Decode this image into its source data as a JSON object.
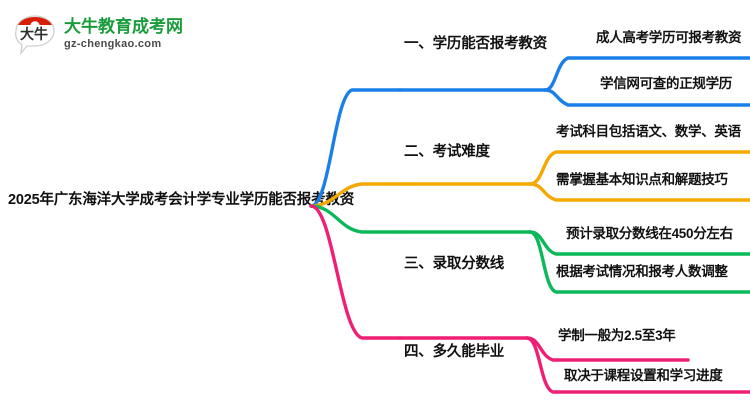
{
  "logo": {
    "mark_text": "大牛",
    "title": "大牛教育成考网",
    "url": "gz-chengkao.com",
    "brand_green": "#1a9c3c",
    "brand_red": "#d81e06"
  },
  "mindmap": {
    "center": "2025年广东海洋大学成考会计学专业学历能否报考教资",
    "branches": [
      {
        "label": "一、学历能否报考教资",
        "color": "#1a7fe8",
        "children": [
          "成人高考学历可报考教资",
          "学信网可查的正规学历"
        ]
      },
      {
        "label": "二、考试难度",
        "color": "#f5a800",
        "children": [
          "考试科目包括语文、数学、英语",
          "需掌握基本知识点和解题技巧"
        ]
      },
      {
        "label": "三、录取分数线",
        "color": "#0bb85a",
        "children": [
          "预计录取分数线在450分左右",
          "根据考试情况和报考人数调整"
        ]
      },
      {
        "label": "四、多久能毕业",
        "color": "#ee1f74",
        "children": [
          "学制一般为2.5至3年",
          "取决于课程设置和学习进度"
        ]
      }
    ]
  }
}
